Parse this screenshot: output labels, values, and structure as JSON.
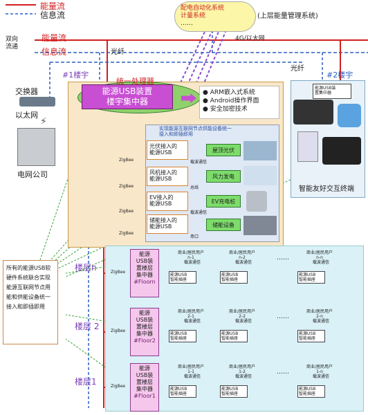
{
  "legend": {
    "energy_flow": "能量流",
    "info_flow": "信息流"
  },
  "top_system": {
    "items": [
      "配电自动化系统",
      "计量系统",
      "……"
    ],
    "label": "(上层能量管理系统)"
  },
  "bidirectional": {
    "label": "双向\n流通",
    "energy_flow": "能量流",
    "info_flow": "信息流"
  },
  "network": {
    "fiber_top": "光纤",
    "fiber_right": "光纤",
    "net_4g": "4G/以太网"
  },
  "left_side": {
    "switch": "交换器",
    "ethernet": "以太网",
    "grid_company": "电网公司"
  },
  "building1": {
    "title": "#1楼宇",
    "unified": "统一处理器",
    "concentrator": "能源USB装置\n楼宇集中器",
    "features": [
      "ARM嵌入式系统",
      "Android操作界面",
      "安全加密技术"
    ],
    "node_title": "实现能源互联网节点供能设备统一\n接入和即插即用",
    "devices": [
      {
        "box": "光伏接入的\n能源USB",
        "link": "载波通信",
        "target": "屋顶光伏"
      },
      {
        "box": "风机接入的\n能源USB",
        "link": "总线",
        "target": "风力发电"
      },
      {
        "box": "EV接入的\n能源USB",
        "link": "载波通信",
        "target": "EV充电桩"
      },
      {
        "box": "储能接入的\n能源USB",
        "link": "串口",
        "target": "储能设备"
      }
    ],
    "zigbee": "ZigBee"
  },
  "building2": {
    "title": "#2楼宇",
    "device": "能源USB装\n置集中器",
    "terminal": "智能友好交互终端"
  },
  "floors": [
    {
      "label": "楼层n",
      "conc": "能源\nUSB装\n置楼层\n集中器",
      "id": "#Floorn",
      "users": [
        "商业/居民用户\nn-1",
        "商业/居民用户\nn-2",
        "商业/居民用户\nn-n"
      ]
    },
    {
      "label": "楼层 2",
      "conc": "能源\nUSB装\n置楼层\n集中器",
      "id": "#Floor2",
      "users": [
        "商业/居民用户\n2-1",
        "商业/居民用户\n2-2",
        "商业/居民用户\n2-n"
      ]
    },
    {
      "label": "楼层1",
      "conc": "能源\nUSB装\n置楼层\n集中器",
      "id": "#Floor1",
      "users": [
        "商业/居民用户\n1-1",
        "商业/居民用户\n1-2",
        "商业/居民用户\n1-n"
      ]
    }
  ],
  "carrier": "载波通信",
  "socket": "能源USB\n智能插座",
  "dots": "……",
  "vdots": "⋮",
  "note": "所有的能源USB软硬件系统联合实现能源互联网节点用能和供能设备统一接入和即插即用"
}
